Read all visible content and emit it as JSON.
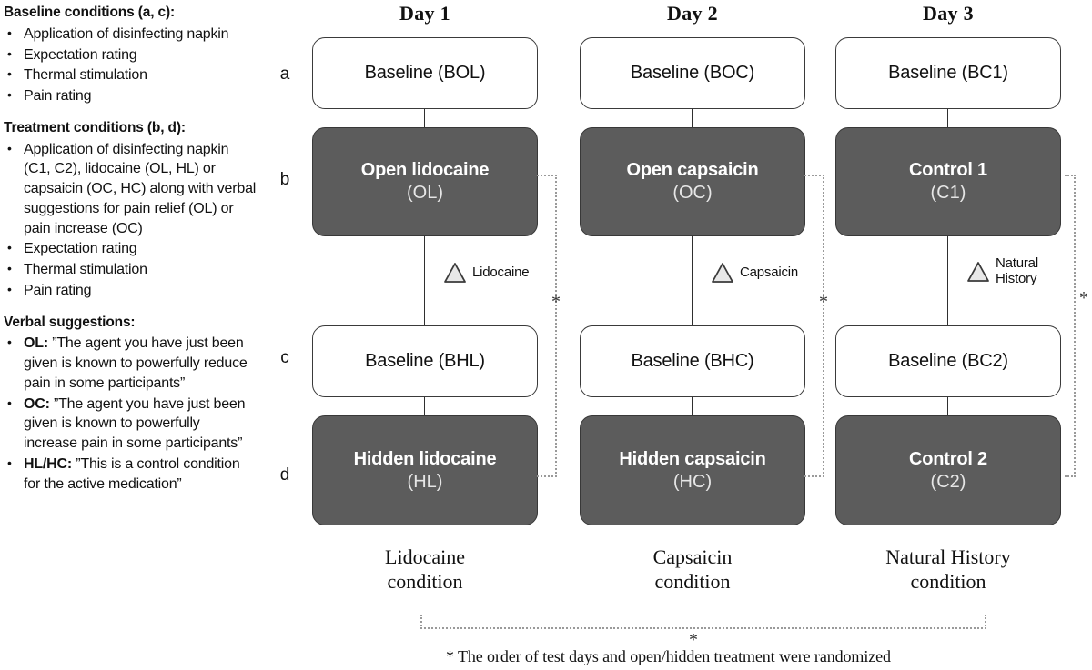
{
  "legend": [
    {
      "title": "Baseline conditions (a, c):",
      "items": [
        {
          "text": "Application of disinfecting napkin"
        },
        {
          "text": "Expectation rating"
        },
        {
          "text": "Thermal stimulation"
        },
        {
          "text": "Pain rating"
        }
      ]
    },
    {
      "title": "Treatment conditions (b, d):",
      "items": [
        {
          "text": "Application of disinfecting napkin (C1, C2), lidocaine (OL, HL) or capsaicin (OC, HC) along with verbal suggestions for pain relief (OL) or pain increase (OC)"
        },
        {
          "text": "Expectation rating"
        },
        {
          "text": "Thermal stimulation"
        },
        {
          "text": "Pain rating"
        }
      ]
    },
    {
      "title": "Verbal suggestions:",
      "items": [
        {
          "lead": "OL:",
          "text": " ”The agent you have just been given is known to powerfully reduce pain in some participants”"
        },
        {
          "lead": "OC:",
          "text": " ”The agent you have just been given is known to powerfully increase pain in some participants”"
        },
        {
          "lead": "HL/HC:",
          "text": " ”This is a control condition for the active medication”"
        }
      ]
    }
  ],
  "day_headers": [
    {
      "label": "Day 1"
    },
    {
      "label": "Day 2"
    },
    {
      "label": "Day 3"
    }
  ],
  "row_labels": [
    {
      "label": "a"
    },
    {
      "label": "b"
    },
    {
      "label": "c"
    },
    {
      "label": "d"
    }
  ],
  "nodes": {
    "col1": [
      {
        "line1": "Baseline (BOL)",
        "line2": "",
        "style": "light"
      },
      {
        "line1": "Open lidocaine",
        "line2": "(OL)",
        "style": "dark"
      },
      {
        "line1": "Baseline (BHL)",
        "line2": "",
        "style": "light"
      },
      {
        "line1": "Hidden lidocaine",
        "line2": "(HL)",
        "style": "dark"
      }
    ],
    "col2": [
      {
        "line1": "Baseline (BOC)",
        "line2": "",
        "style": "light"
      },
      {
        "line1": "Open capsaicin",
        "line2": "(OC)",
        "style": "dark"
      },
      {
        "line1": "Baseline (BHC)",
        "line2": "",
        "style": "light"
      },
      {
        "line1": "Hidden capsaicin",
        "line2": "(HC)",
        "style": "dark"
      }
    ],
    "col3": [
      {
        "line1": "Baseline (BC1)",
        "line2": "",
        "style": "light"
      },
      {
        "line1": "Control 1",
        "line2": "(C1)",
        "style": "dark"
      },
      {
        "line1": "Baseline (BC2)",
        "line2": "",
        "style": "light"
      },
      {
        "line1": "Control 2",
        "line2": "(C2)",
        "style": "dark"
      }
    ]
  },
  "markers": [
    {
      "label": "Lidocaine"
    },
    {
      "label": "Capsaicin"
    },
    {
      "label": "Natural\nHistory"
    }
  ],
  "brackets": [
    {
      "asterisk": "*"
    },
    {
      "asterisk": "*"
    },
    {
      "asterisk": "*"
    },
    {
      "asterisk": "*"
    }
  ],
  "condition_labels": [
    {
      "label": "Lidocaine\ncondition"
    },
    {
      "label": "Capsaicin\ncondition"
    },
    {
      "label": "Natural History\ncondition"
    }
  ],
  "footnote": {
    "text": "*  The order of test days and open/hidden treatment were randomized"
  },
  "colors": {
    "dark_node_fill": "#5c5c5c",
    "node_border": "#383838",
    "bracket": "#9a9a9a",
    "text": "#111111"
  }
}
